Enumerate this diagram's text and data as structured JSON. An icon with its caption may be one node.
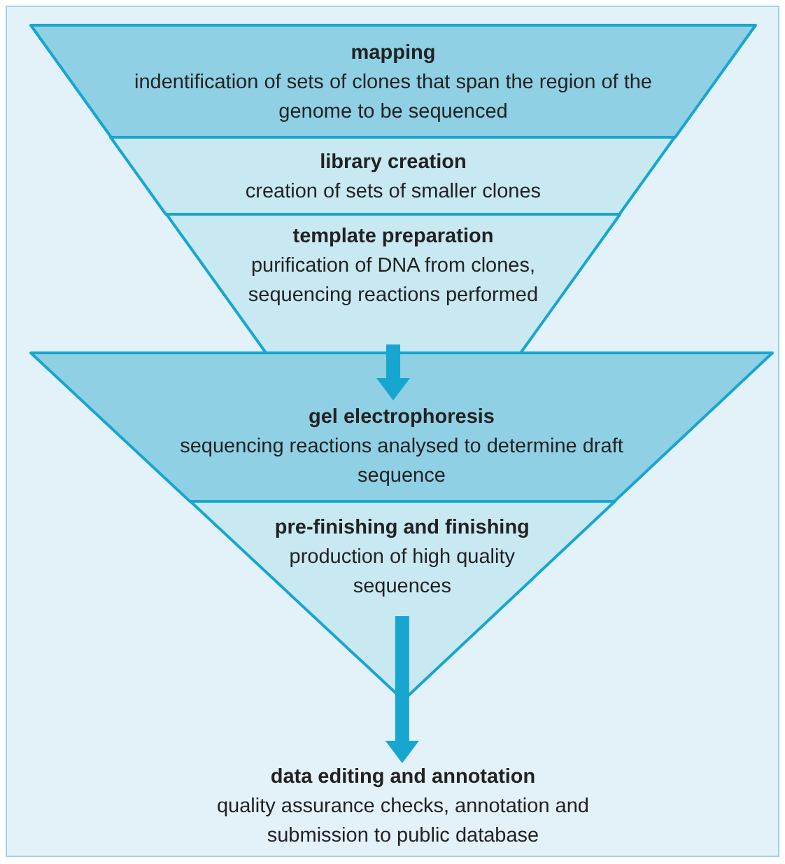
{
  "diagram": {
    "nodes": [
      {
        "text": [
          "mapping",
          "indentification of sets of clones that span the region of the genome to be sequenced"
        ]
      },
      {
        "text": [
          "library creation",
          "creation of sets of smaller clones"
        ]
      },
      {
        "text": [
          "template preparation",
          "purification of DNA from clones, sequencing reactions performed"
        ]
      },
      {
        "text": [
          "gel electrophoresis",
          "sequencing reactions analysed to determine draft sequence"
        ]
      },
      {
        "text": [
          "pre-finishing and finishing",
          "production of high quality sequences"
        ]
      },
      {
        "text": [
          "data editing and annotation",
          "quality assurance checks, annotation and submission to public database"
        ]
      }
    ],
    "edges": [
      {
        "from": 2,
        "to": 3,
        "arrow": "to"
      },
      {
        "from": 4,
        "to": 5,
        "arrow": "to"
      }
    ]
  }
}
